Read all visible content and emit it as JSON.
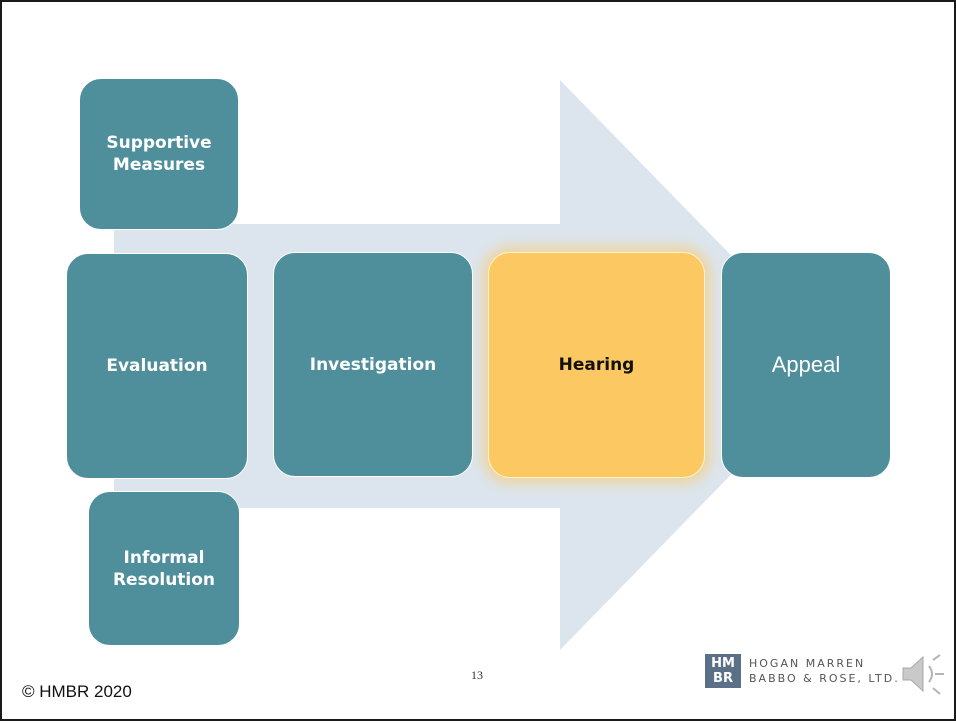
{
  "diagram": {
    "arrow_color": "#dce5ee",
    "teal_color": "#4f8f9b",
    "highlight_color": "#fcc862",
    "steps": {
      "supportive": "Supportive\nMeasures",
      "evaluation": "Evaluation",
      "informal": "Informal\nResolution",
      "investigation": "Investigation",
      "hearing": "Hearing",
      "appeal": "Appeal"
    }
  },
  "footer": {
    "page_number": "13",
    "copyright": "© HMBR 2020"
  },
  "logo": {
    "mark_top": "HM",
    "mark_bottom": "BR",
    "line1": "HOGAN MARREN",
    "line2": "BABBO & ROSE, LTD."
  },
  "icons": {
    "speaker": "speaker-icon"
  }
}
